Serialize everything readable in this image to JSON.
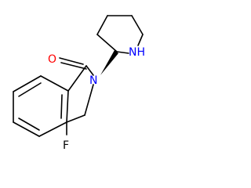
{
  "molecule": {
    "atoms": {
      "oxygen": "O",
      "nitrogen_lactam": "N",
      "nitrogen_piperidine": "NH",
      "fluorine": "F"
    },
    "colors": {
      "oxygen": "#ff0000",
      "nitrogen": "#0000ff",
      "fluorine": "#000000",
      "bond": "#000000",
      "background": "#ffffff"
    }
  }
}
